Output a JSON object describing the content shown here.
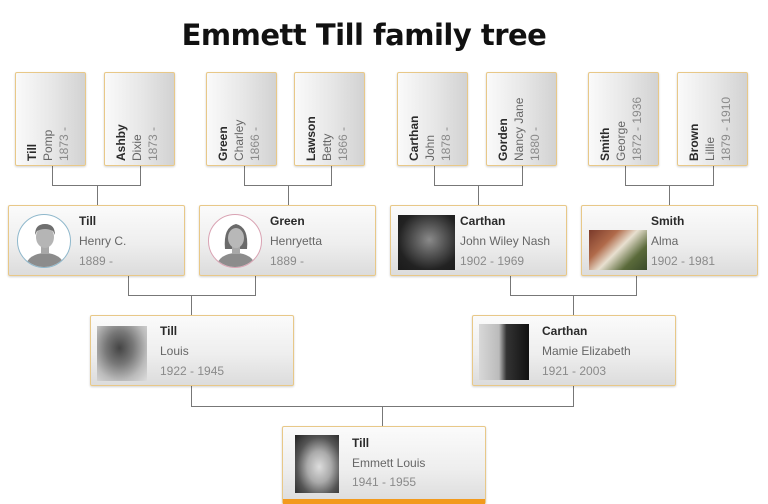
{
  "title": "Emmett Till family tree",
  "colors": {
    "card_border": "#e8c888",
    "focus_accent": "#f29a1d",
    "connector": "#777777"
  },
  "great_grandparents": [
    {
      "surname": "Till",
      "given": "Pomp",
      "dates": "1873 -"
    },
    {
      "surname": "Ashby",
      "given": "Dixie",
      "dates": "1873 -"
    },
    {
      "surname": "Green",
      "given": "Charley",
      "dates": "1866 -"
    },
    {
      "surname": "Lawson",
      "given": "Betty",
      "dates": "1866 -"
    },
    {
      "surname": "Carthan",
      "given": "John",
      "dates": "1878 -"
    },
    {
      "surname": "Gorden",
      "given": "Nancy Jane",
      "dates": "1880 -"
    },
    {
      "surname": "Smith",
      "given": "George",
      "dates": "1872 - 1936"
    },
    {
      "surname": "Brown",
      "given": "Lillie",
      "dates": "1879 - 1910"
    }
  ],
  "grandparents": [
    {
      "surname": "Till",
      "given": "Henry C.",
      "dates": "1889 -",
      "icon": "male-avatar-icon"
    },
    {
      "surname": "Green",
      "given": "Henryetta",
      "dates": "1889 -",
      "icon": "female-avatar-icon"
    },
    {
      "surname": "Carthan",
      "given": "John Wiley Nash",
      "dates": "1902 - 1969",
      "icon": "photo"
    },
    {
      "surname": "Smith",
      "given": "Alma",
      "dates": "1902 - 1981",
      "icon": "photo"
    }
  ],
  "parents": [
    {
      "surname": "Till",
      "given": "Louis",
      "dates": "1922 - 1945"
    },
    {
      "surname": "Carthan",
      "given": "Mamie Elizabeth",
      "dates": "1921 - 2003"
    }
  ],
  "root": {
    "surname": "Till",
    "given": "Emmett Louis",
    "dates": "1941 - 1955"
  }
}
